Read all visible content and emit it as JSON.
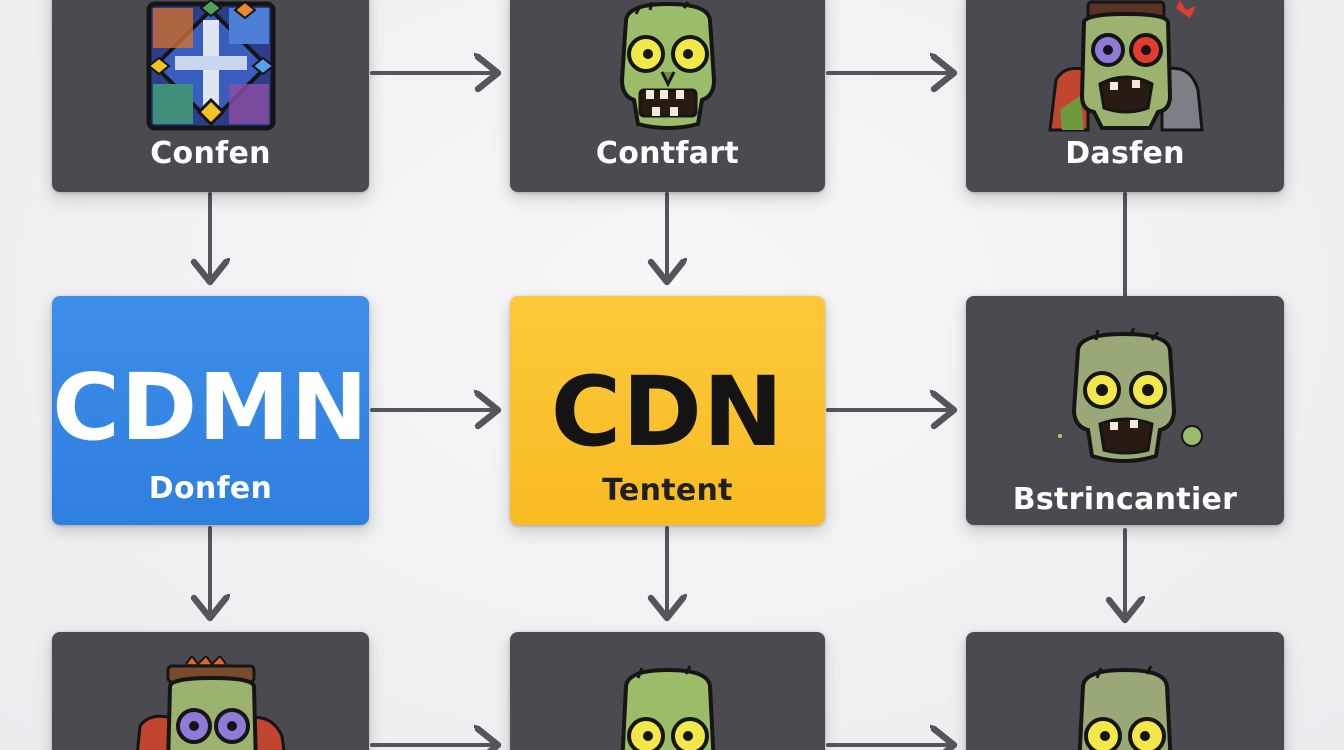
{
  "nodes": {
    "r1c1": {
      "label": "Confen"
    },
    "r1c2": {
      "label": "Contfart"
    },
    "r1c3": {
      "label": "Dasfen"
    },
    "r2c1": {
      "title": "CDMN",
      "label": "Donfen"
    },
    "r2c2": {
      "title": "CDN",
      "label": "Tentent"
    },
    "r2c3": {
      "label": "Bstrincantier"
    }
  },
  "colors": {
    "dark_node": "#4b4a51",
    "blue_node": "#2f7fe0",
    "yellow_node": "#f8bb22",
    "arrow": "#55555c",
    "zombie_skin": "#9bbd6a",
    "zombie_eye": "#f2e84a"
  },
  "icons": {
    "r1c1": "stained-glass-icon",
    "r1c2": "zombie-head-icon",
    "r1c3": "zombie-helmet-icon",
    "r2c3": "zombie-head-icon",
    "r3c1": "zombie-helmet-icon",
    "r3c2": "zombie-head-icon",
    "r3c3": "zombie-head-icon"
  }
}
